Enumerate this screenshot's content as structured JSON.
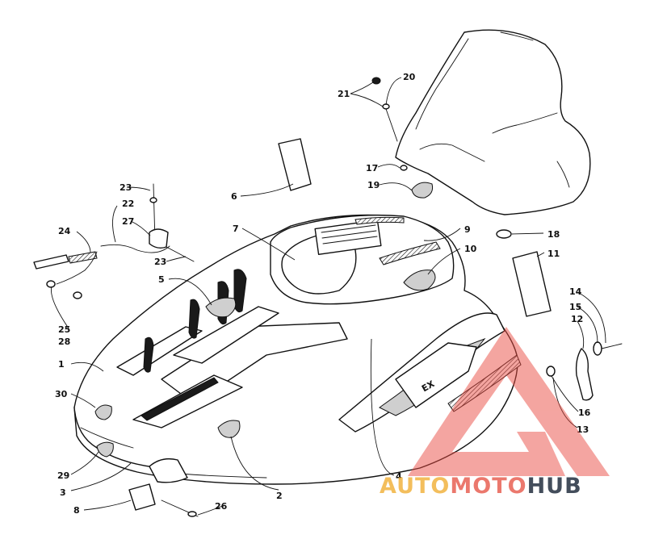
{
  "callouts": {
    "c1": "1",
    "c2": "2",
    "c3": "3",
    "c4": "4",
    "c5": "5",
    "c6": "6",
    "c7": "7",
    "c8": "8",
    "c9": "9",
    "c10": "10",
    "c11": "11",
    "c12": "12",
    "c13": "13",
    "c14": "14",
    "c15": "15",
    "c16": "16",
    "c17": "17",
    "c18": "18",
    "c19": "19",
    "c20": "20",
    "c21": "21",
    "c22": "22",
    "c23a": "23",
    "c23b": "23",
    "c24": "24",
    "c25": "25",
    "c26": "26",
    "c27": "27",
    "c28": "28",
    "c29": "29",
    "c30": "30"
  },
  "hood_decal_text": "EX",
  "watermark": {
    "part1": "AUTO",
    "part2": "MOTO",
    "part3": "HUB",
    "colors": {
      "auto": "#f2b84b",
      "moto": "#e96a5e",
      "hub": "#2f3a4a",
      "triangle": "#e8483f"
    }
  }
}
